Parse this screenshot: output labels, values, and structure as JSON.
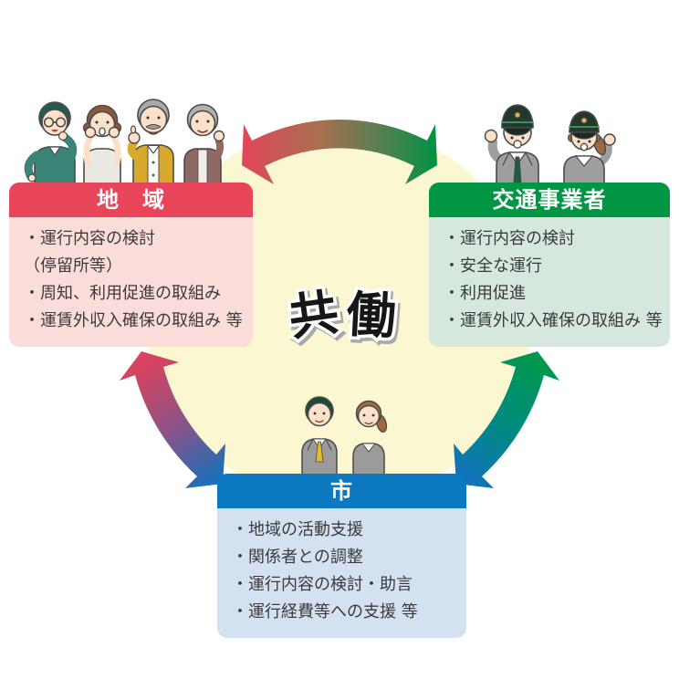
{
  "center": {
    "label": "共働",
    "char1": "共",
    "char2": "働"
  },
  "boxes": {
    "region": {
      "title": "地　域",
      "items": [
        "・運行内容の検討",
        "（停留所等）",
        "・周知、利用促進の取組み",
        "・運賃外収入確保の取組み 等"
      ]
    },
    "operator": {
      "title": "交通事業者",
      "items": [
        "・運行内容の検討",
        "・安全な運行",
        "・利用促進",
        "・運賃外収入確保の取組み 等"
      ]
    },
    "city": {
      "title": "市",
      "items": [
        "・地域の活動支援",
        "・関係者との調整",
        "・運行内容の検討・助言",
        "・運行経費等への支援 等"
      ]
    }
  },
  "illustrations": {
    "community": "地域の人々",
    "operators": "交通事業者の職員",
    "city_staff": "市の職員"
  },
  "colors": {
    "region_header": "#e8455a",
    "region_body": "#fadcd8",
    "operator_header": "#009644",
    "operator_body": "#d6e8dd",
    "city_header": "#0b78c0",
    "city_body": "#d4e1f1",
    "circle": "#faf7d1",
    "arrow_red": "#dd4557",
    "arrow_green": "#009344",
    "arrow_blue": "#1b6fb8",
    "arrow_purple_mid": "#8d5287",
    "arrow_brown_mid": "#a8704f",
    "arrow_teal_mid": "#008a80"
  }
}
